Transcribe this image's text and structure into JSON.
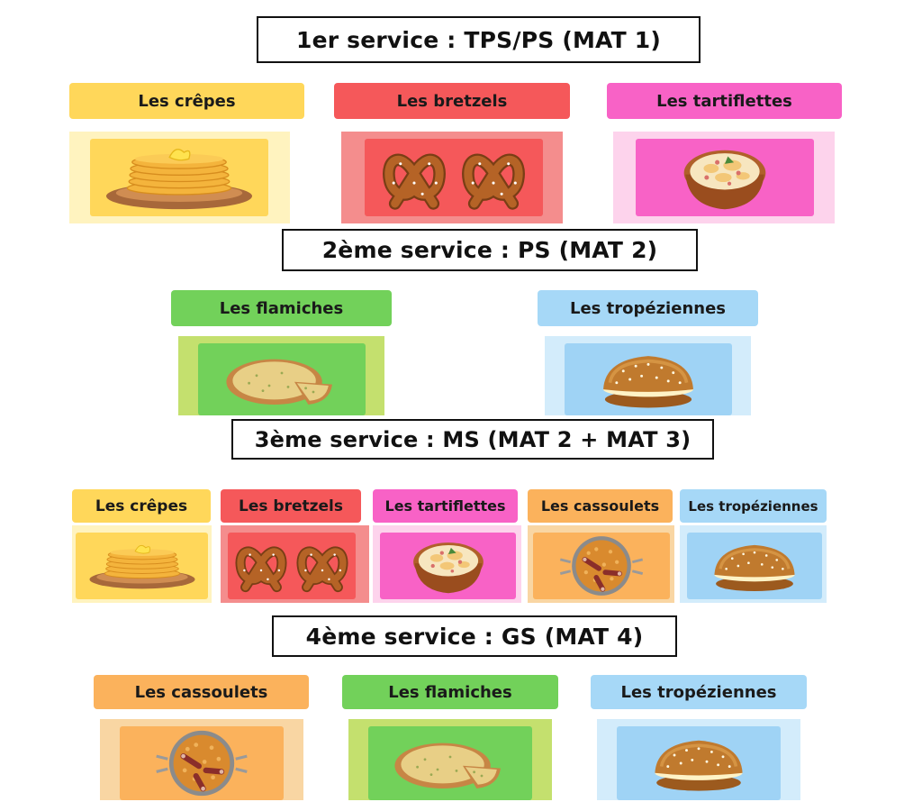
{
  "services": [
    {
      "title": "1er service : TPS/PS (MAT 1)",
      "items": [
        {
          "label": "Les crêpes",
          "dish": "crepes",
          "icon": "crepes-stack-icon"
        },
        {
          "label": "Les bretzels",
          "dish": "bretzels",
          "icon": "pretzel-icon"
        },
        {
          "label": "Les tartiflettes",
          "dish": "tartiflettes",
          "icon": "tartiflette-dish-icon"
        }
      ]
    },
    {
      "title": "2ème service : PS (MAT 2)",
      "items": [
        {
          "label": "Les flamiches",
          "dish": "flamiches",
          "icon": "flamiche-tart-icon"
        },
        {
          "label": "Les tropéziennes",
          "dish": "tropeziennes",
          "icon": "tropezienne-cake-icon"
        }
      ]
    },
    {
      "title": "3ème service : MS (MAT 2 + MAT 3)",
      "items": [
        {
          "label": "Les crêpes",
          "dish": "crepes",
          "icon": "crepes-stack-icon"
        },
        {
          "label": "Les bretzels",
          "dish": "bretzels",
          "icon": "pretzel-icon"
        },
        {
          "label": "Les tartiflettes",
          "dish": "tartiflettes",
          "icon": "tartiflette-dish-icon"
        },
        {
          "label": "Les cassoulets",
          "dish": "cassoulets",
          "icon": "cassoulet-pan-icon"
        },
        {
          "label": "Les tropéziennes",
          "dish": "tropeziennes",
          "icon": "tropezienne-cake-icon"
        }
      ]
    },
    {
      "title": "4ème service : GS (MAT 4)",
      "items": [
        {
          "label": "Les cassoulets",
          "dish": "cassoulets",
          "icon": "cassoulet-pan-icon"
        },
        {
          "label": "Les flamiches",
          "dish": "flamiches",
          "icon": "flamiche-tart-icon"
        },
        {
          "label": "Les tropéziennes",
          "dish": "tropeziennes",
          "icon": "tropezienne-cake-icon"
        }
      ]
    }
  ],
  "colors": {
    "crepes": "#ffd75a",
    "bretzels": "#f5585a",
    "tartiflettes": "#f862c6",
    "flamiches": "#72d15a",
    "tropeziennes": "#a6d8f7",
    "cassoulets": "#fbb25c",
    "title_border": "#111111"
  }
}
